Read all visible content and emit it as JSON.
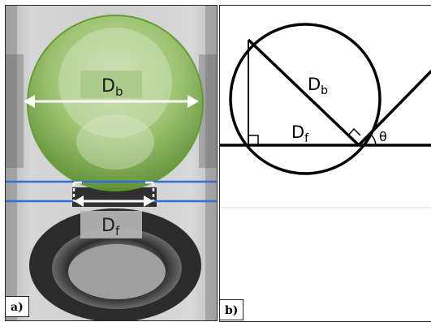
{
  "panel_a": {
    "panel_label": "a)",
    "bubble_diameter_label": {
      "main": "D",
      "sub": "b"
    },
    "foot_diameter_label": {
      "main": "D",
      "sub": "f"
    },
    "colors": {
      "overlay_fill": "#7fbf3f",
      "overlay_stroke": "#5e9c2c",
      "reference_line": "#3070d8",
      "arrow": "#ffffff"
    }
  },
  "panel_b": {
    "panel_label": "b)",
    "bubble_diameter_label": {
      "main": "D",
      "sub": "b"
    },
    "foot_diameter_label": {
      "main": "D",
      "sub": "f"
    },
    "angle_label": "θ",
    "colors": {
      "stroke": "#000000"
    }
  }
}
